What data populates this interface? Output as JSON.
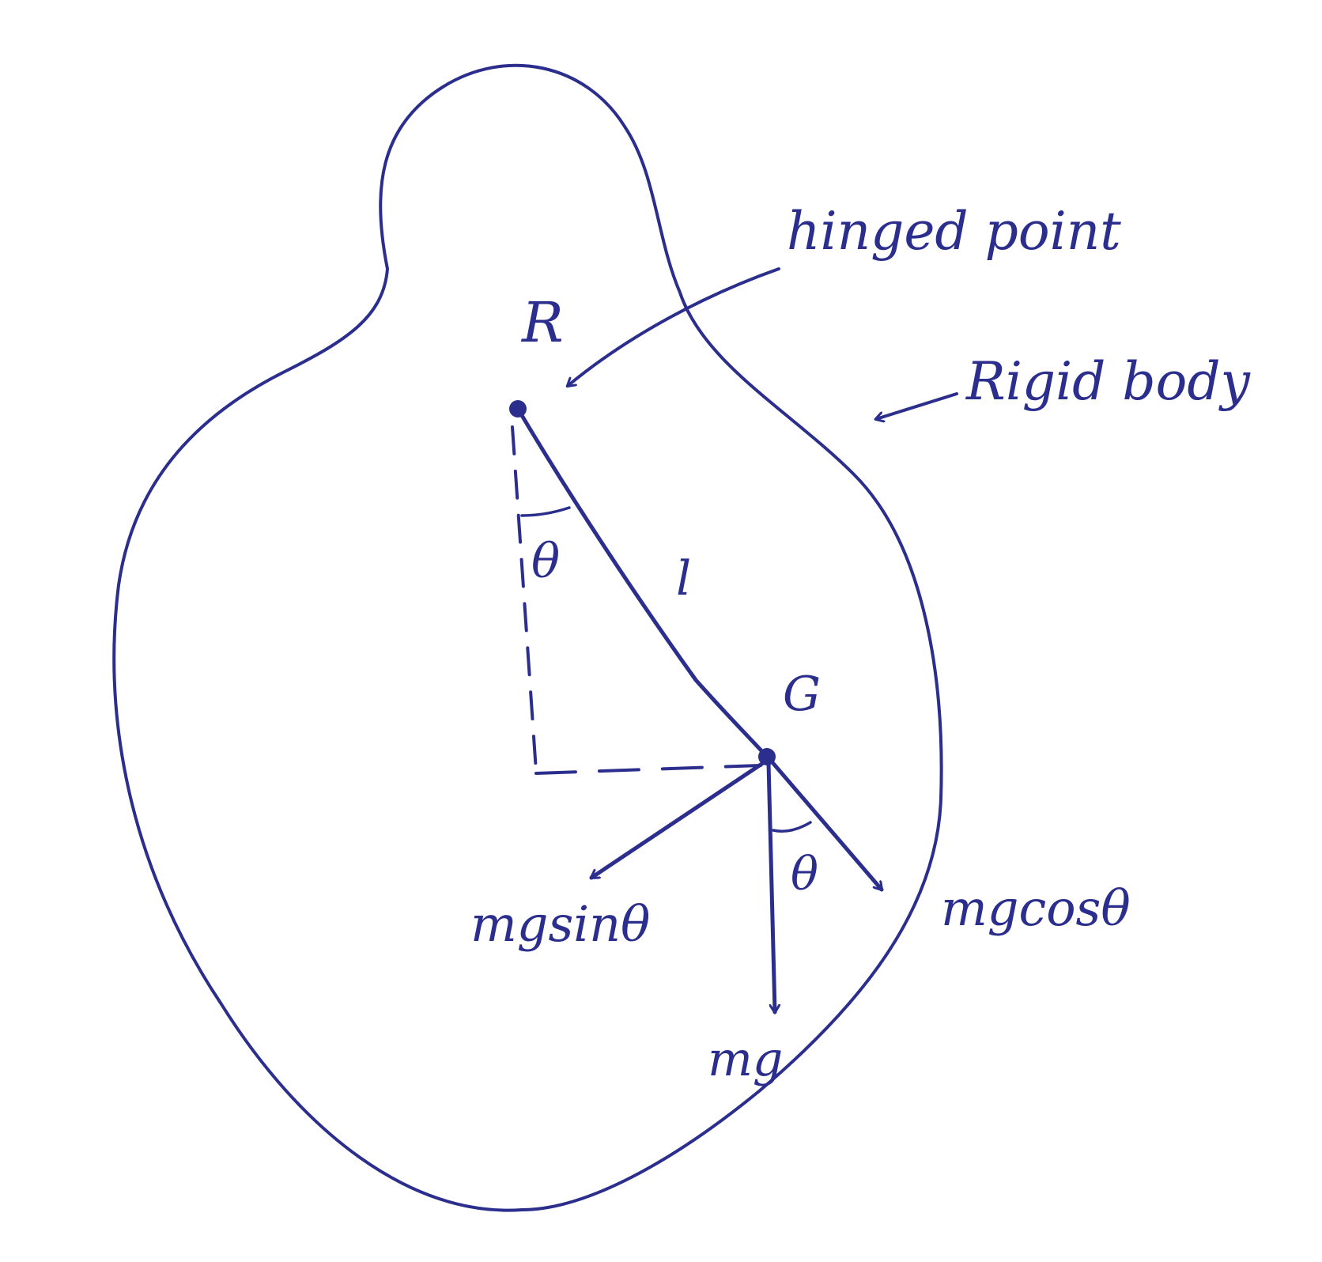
{
  "diagram": {
    "labels": {
      "hinge_point_letter": "R",
      "cg_letter": "G",
      "length_label": "l",
      "theta_top": "θ",
      "theta_bottom": "θ",
      "hinged_point_annotation": "hinged point",
      "rigid_body_annotation": "Rigid body",
      "force_mg": "mg",
      "force_mgsin": "mgsinθ",
      "force_mgcos": "mgcosθ"
    },
    "colors": {
      "ink": "#2b2e8c",
      "background": "#ffffff"
    }
  }
}
